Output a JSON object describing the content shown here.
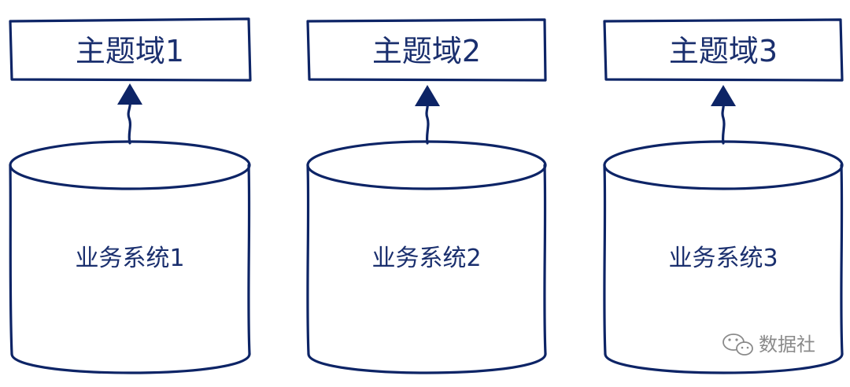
{
  "columns": [
    {
      "domain_label": "主题域1",
      "system_label": "业务系统1"
    },
    {
      "domain_label": "主题域2",
      "system_label": "业务系统2"
    },
    {
      "domain_label": "主题域3",
      "system_label": "业务系统3"
    }
  ],
  "watermark": {
    "text": "数据社",
    "icon": "wechat-icon"
  },
  "colors": {
    "ink": "#0d2466",
    "text": "#1a2f6e",
    "watermark": "#8a8a8a"
  }
}
